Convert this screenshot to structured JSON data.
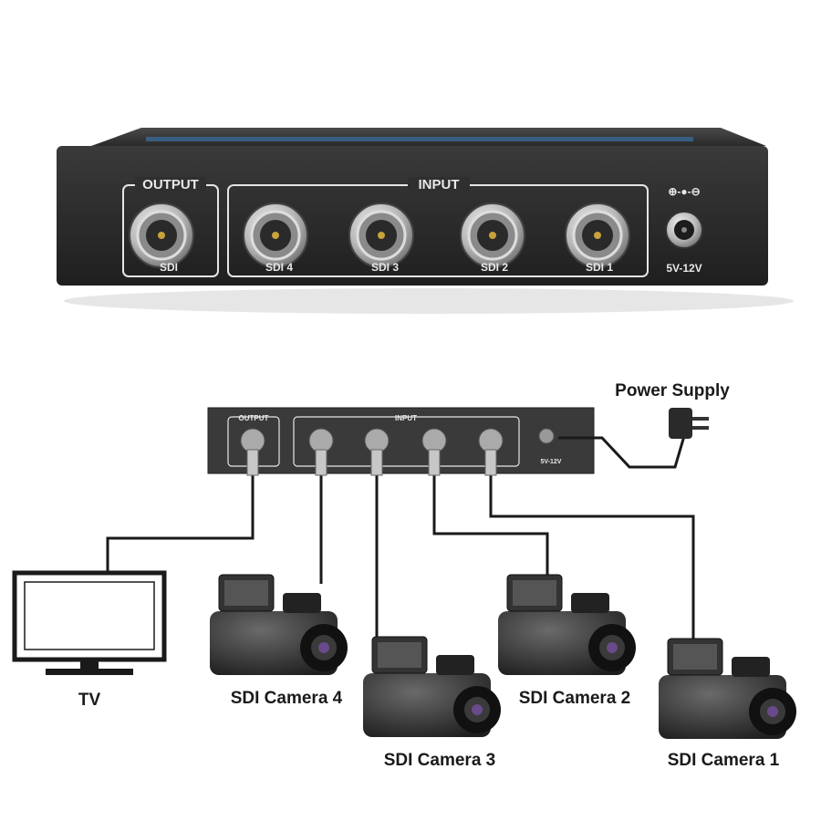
{
  "device": {
    "output_group": "OUTPUT",
    "input_group": "INPUT",
    "ports": [
      "SDI",
      "SDI 4",
      "SDI 3",
      "SDI 2",
      "SDI 1"
    ],
    "power_label": "5V-12V",
    "polarity_symbol": "⊕-●-⊖"
  },
  "diagram": {
    "output_group": "OUTPUT",
    "input_group": "INPUT",
    "power_label": "5V-12V",
    "power_supply_label": "Power Supply",
    "tv_label": "TV",
    "cameras": [
      "SDI Camera 4",
      "SDI Camera 3",
      "SDI Camera 2",
      "SDI Camera 1"
    ]
  },
  "colors": {
    "device_body": "#2b2b2b",
    "panel_line": "#e6e6e6",
    "connector_metal": "#c9c9c9",
    "connector_gold": "#c8a23a",
    "cable": "#1a1a1a",
    "text": "#1a1a1a"
  }
}
